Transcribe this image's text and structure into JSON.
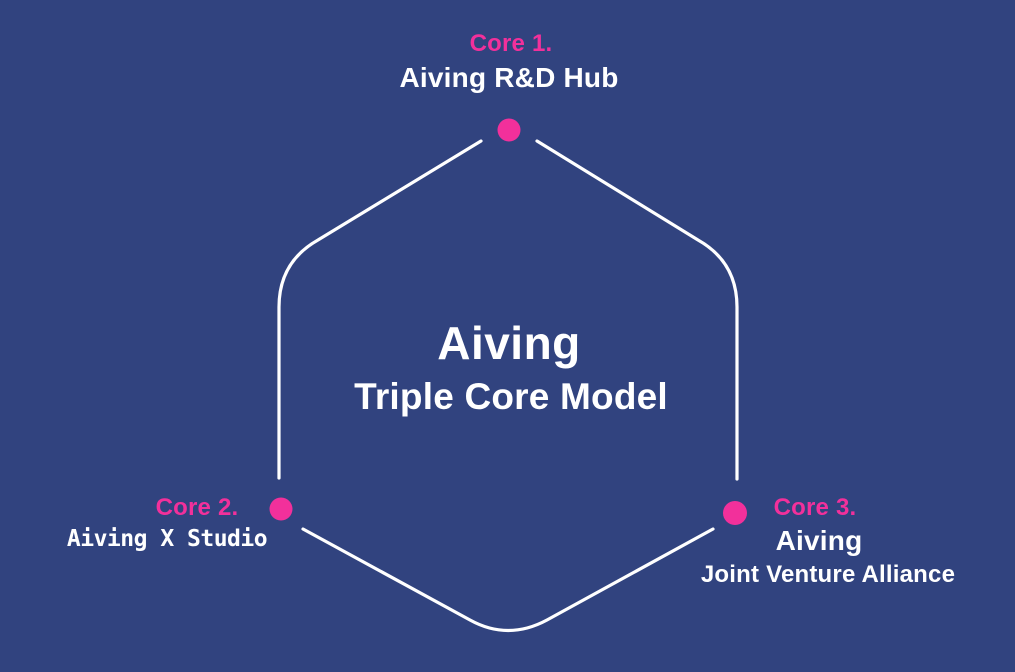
{
  "colors": {
    "background": "#31437F",
    "accent": "#F2309B",
    "line": "#FFFFFF",
    "text": "#FFFFFF"
  },
  "center": {
    "title": "Aiving",
    "subtitle": "Triple Core Model"
  },
  "cores": {
    "core1": {
      "label": "Core 1.",
      "name": "Aiving R&D Hub"
    },
    "core2": {
      "label": "Core 2.",
      "name": "Aiving X Studio"
    },
    "core3": {
      "label": "Core 3.",
      "name_line1": "Aiving",
      "name_line2": "Joint Venture Alliance"
    }
  }
}
